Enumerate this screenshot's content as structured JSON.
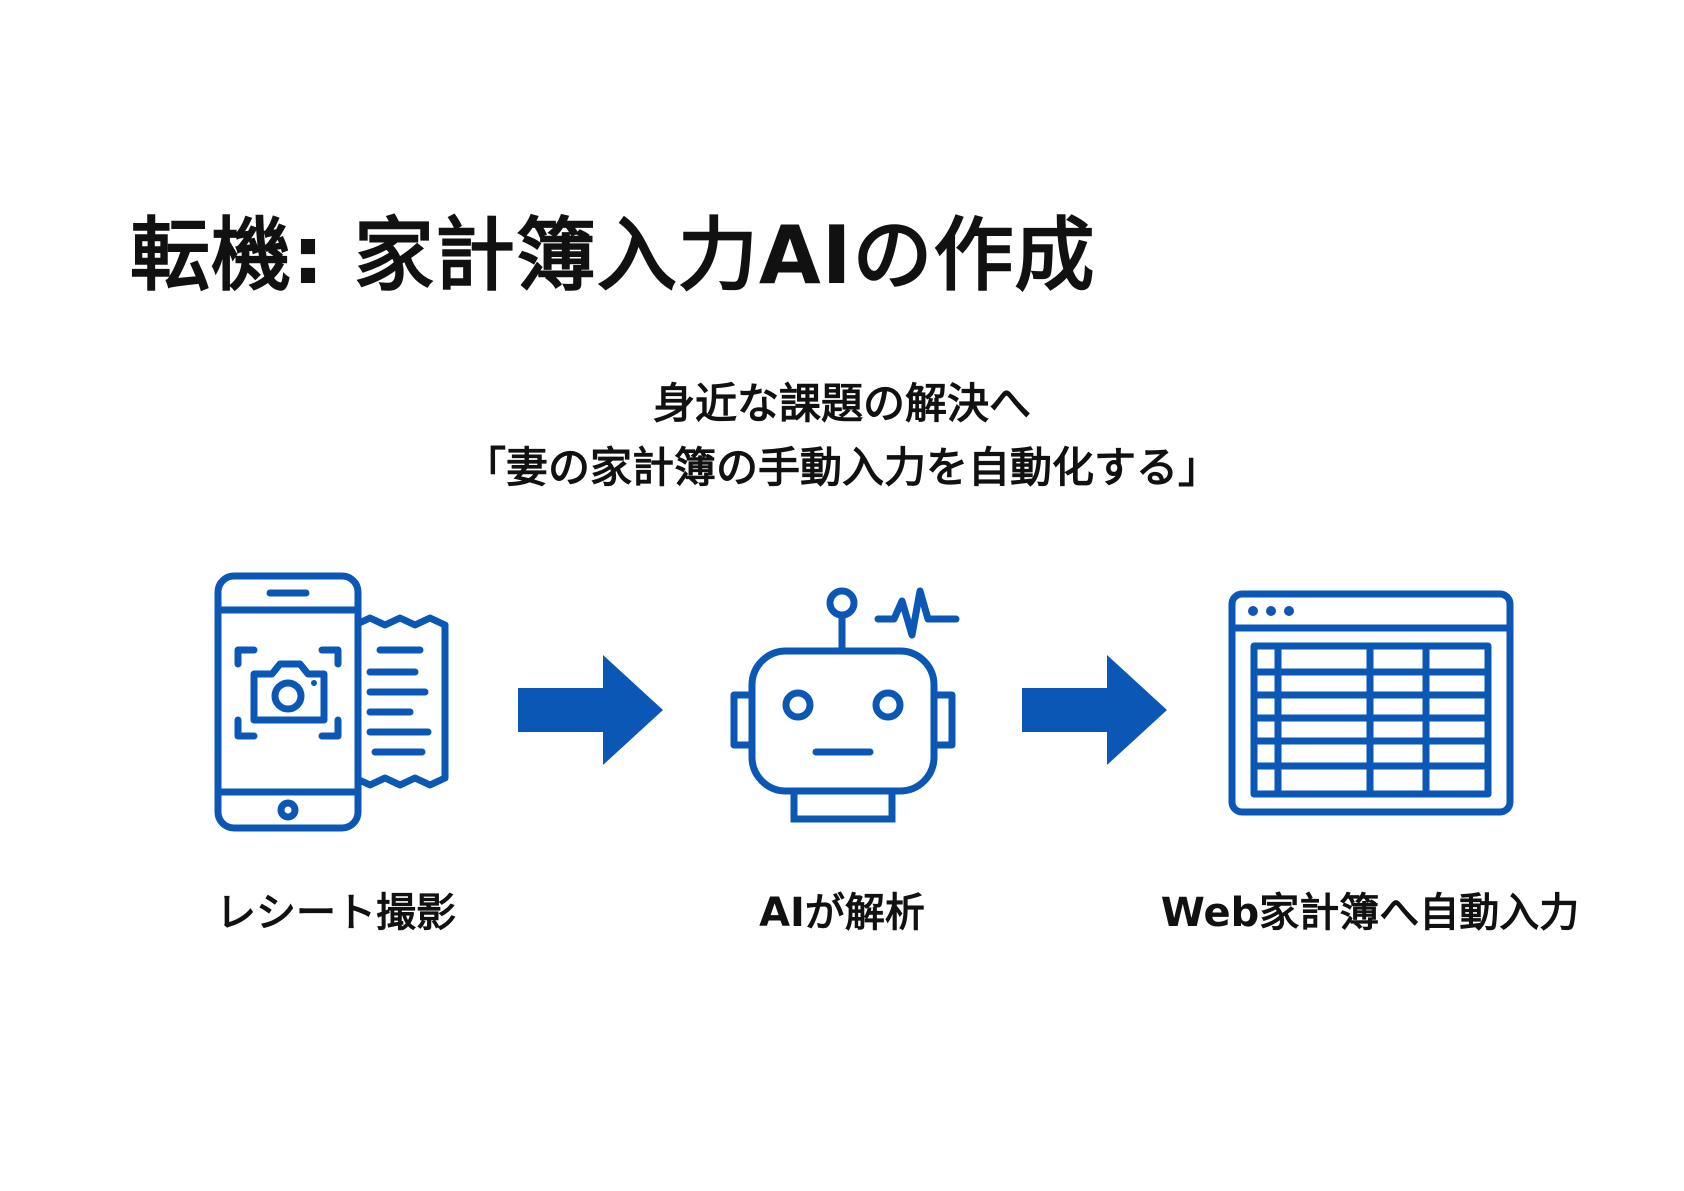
{
  "title": "転機: 家計簿入力AIの作成",
  "subtitle": {
    "line1": "身近な課題の解決へ",
    "line2": "「妻の家計簿の手動入力を自動化する」"
  },
  "steps": [
    {
      "label": "レシート撮影",
      "icon": "smartphone-receipt-camera-icon"
    },
    {
      "label": "AIが解析",
      "icon": "robot-icon"
    },
    {
      "label": "Web家計簿へ自動入力",
      "icon": "browser-spreadsheet-icon"
    }
  ],
  "arrows": [
    "arrow-right-icon",
    "arrow-right-icon"
  ],
  "colors": {
    "accent": "#0b57b5",
    "text": "#111111",
    "background": "#ffffff"
  }
}
